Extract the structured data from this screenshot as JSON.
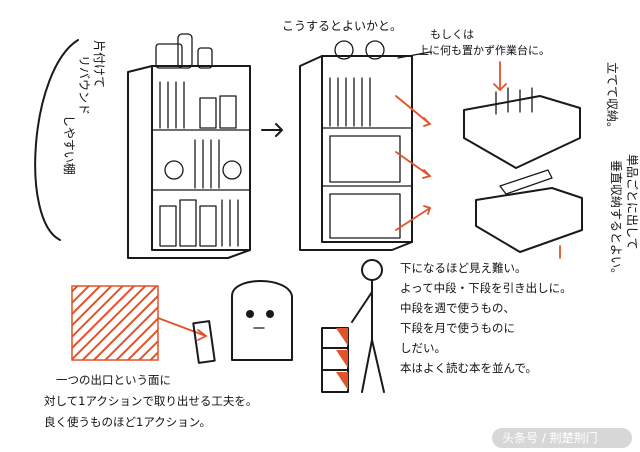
{
  "left_caption_lines": [
    "片付けて",
    "リバウンド",
    "しやすい棚"
  ],
  "top_caption": "こうするとよいかと。",
  "note_lines": [
    "もしくは",
    "上に何も置かず作業台に。"
  ],
  "right_caption_1": [
    "立てて収納。"
  ],
  "right_caption_2": [
    "単品ごとに出して",
    "垂直収納するとよい。"
  ],
  "middle_text_lines": [
    "下になるほど見え難い。",
    "よって中段・下段を引き出しに。",
    "中段を週で使うもの、",
    "下段を月で使うものに",
    "しだい。",
    "本はよく読む本を並んで。"
  ],
  "bottom_left_lines": [
    "一つの出口という面に",
    "対して1アクションで取り出せる工夫を。",
    "良く使うものほど1アクション。"
  ],
  "watermark": "头条号 / 荆楚荆门",
  "colors": {
    "accent": "#e2532a",
    "ink": "#1a1a1a"
  }
}
